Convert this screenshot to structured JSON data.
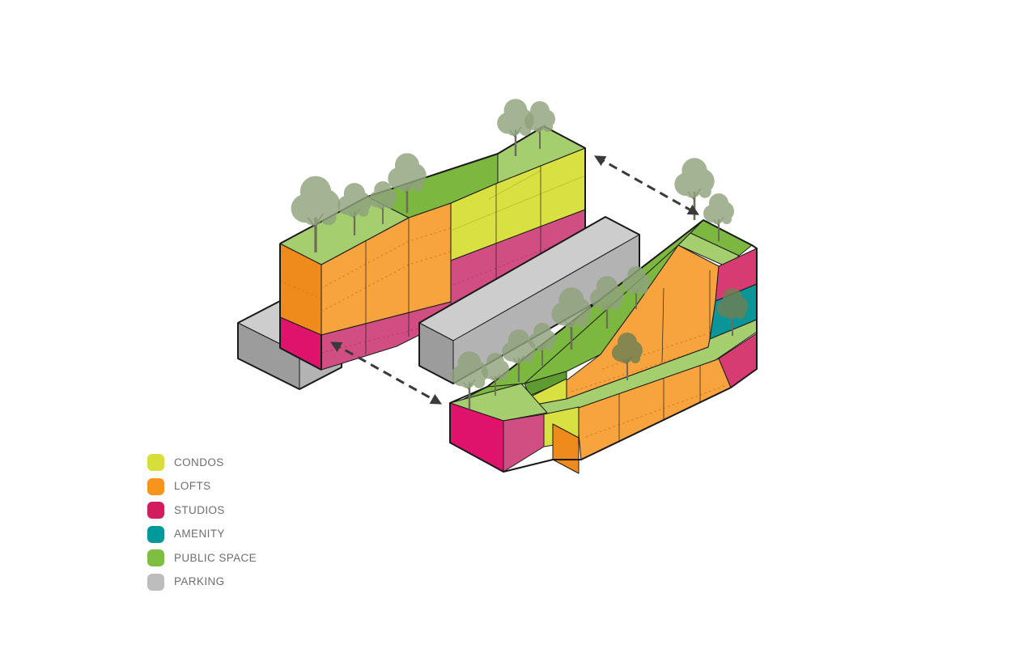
{
  "diagram": {
    "title": "",
    "type": "axonometric-massing-diagram",
    "description": "Two bar buildings with program-colored facades, green-roof public space with trees, parking podiums, linked by dashed double-headed arrows",
    "annotations": {
      "arrow_style": "dashed double-headed"
    }
  },
  "legend": {
    "items": [
      {
        "label": "CONDOS",
        "color": "#d6de3a"
      },
      {
        "label": "LOFTS",
        "color": "#f7941e"
      },
      {
        "label": "STUDIOS",
        "color": "#d31c5e"
      },
      {
        "label": "AMENITY",
        "color": "#00999b"
      },
      {
        "label": "PUBLIC SPACE",
        "color": "#7ebe41"
      },
      {
        "label": "PARKING",
        "color": "#bdbdbd"
      }
    ]
  },
  "colors": {
    "condos": "#d9e042",
    "lofts": "#f7a33e",
    "loftsDark": "#ef8a1d",
    "studios": "#e0136c",
    "studiosFront": "#d14e82",
    "studiosMid": "#d63b72",
    "amenity": "#0a9598",
    "public": "#7cb83f",
    "publicLight": "#a5ce6e",
    "publicDark": "#5e9c31",
    "parkingTop": "#cdcdcd",
    "parkingFront": "#b3b3b3",
    "parkingSide": "#9c9c9c",
    "outline": "#1a1a1a",
    "arrow": "#3a3a3a",
    "legendText": "#6e6e6e",
    "tree": "#8fa37c",
    "treeDark": "#6e8054",
    "dotOrange": "#ce7d20",
    "dotPink": "#b43a68",
    "lineYellow": "#b9c12f"
  }
}
